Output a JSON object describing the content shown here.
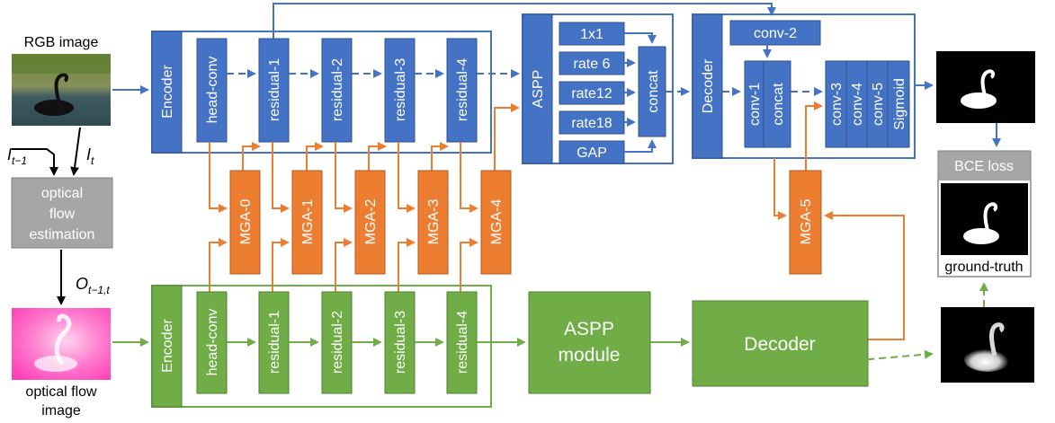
{
  "inputs": {
    "rgb_label": "RGB image",
    "flow_label_line1": "optical flow",
    "flow_label_line2": "image",
    "i_prev": "I",
    "i_prev_sub": "t−1",
    "i_curr": "I",
    "i_curr_sub": "t",
    "o_label": "O",
    "o_sub": "t−1,t"
  },
  "flow_estimation": {
    "line1": "optical",
    "line2": "flow",
    "line3": "estimation"
  },
  "top_stream": {
    "encoder": "Encoder",
    "blocks": [
      "head-conv",
      "residual-1",
      "residual-2",
      "residual-3",
      "residual-4"
    ],
    "aspp": {
      "title": "ASPP",
      "branches": [
        "1x1",
        "rate 6",
        "rate12",
        "rate18",
        "GAP"
      ],
      "concat": "concat"
    },
    "decoder": {
      "title": "Decoder",
      "conv2": "conv-2",
      "conv1": "conv-1",
      "concat": "concat",
      "tail": [
        "conv-3",
        "conv-4",
        "conv-5",
        "Sigmoid"
      ]
    }
  },
  "mga": [
    "MGA-0",
    "MGA-1",
    "MGA-2",
    "MGA-3",
    "MGA-4",
    "MGA-5"
  ],
  "bottom_stream": {
    "encoder": "Encoder",
    "blocks": [
      "head-conv",
      "residual-1",
      "residual-2",
      "residual-3",
      "residual-4"
    ],
    "aspp_line1": "ASPP",
    "aspp_line2": "module",
    "decoder": "Decoder"
  },
  "loss": {
    "bce": "BCE loss",
    "gt": "ground-truth"
  },
  "colors": {
    "blue": "#4472C4",
    "green": "#70AD47",
    "orange": "#ED7D31",
    "gray": "#A6A6A6"
  }
}
